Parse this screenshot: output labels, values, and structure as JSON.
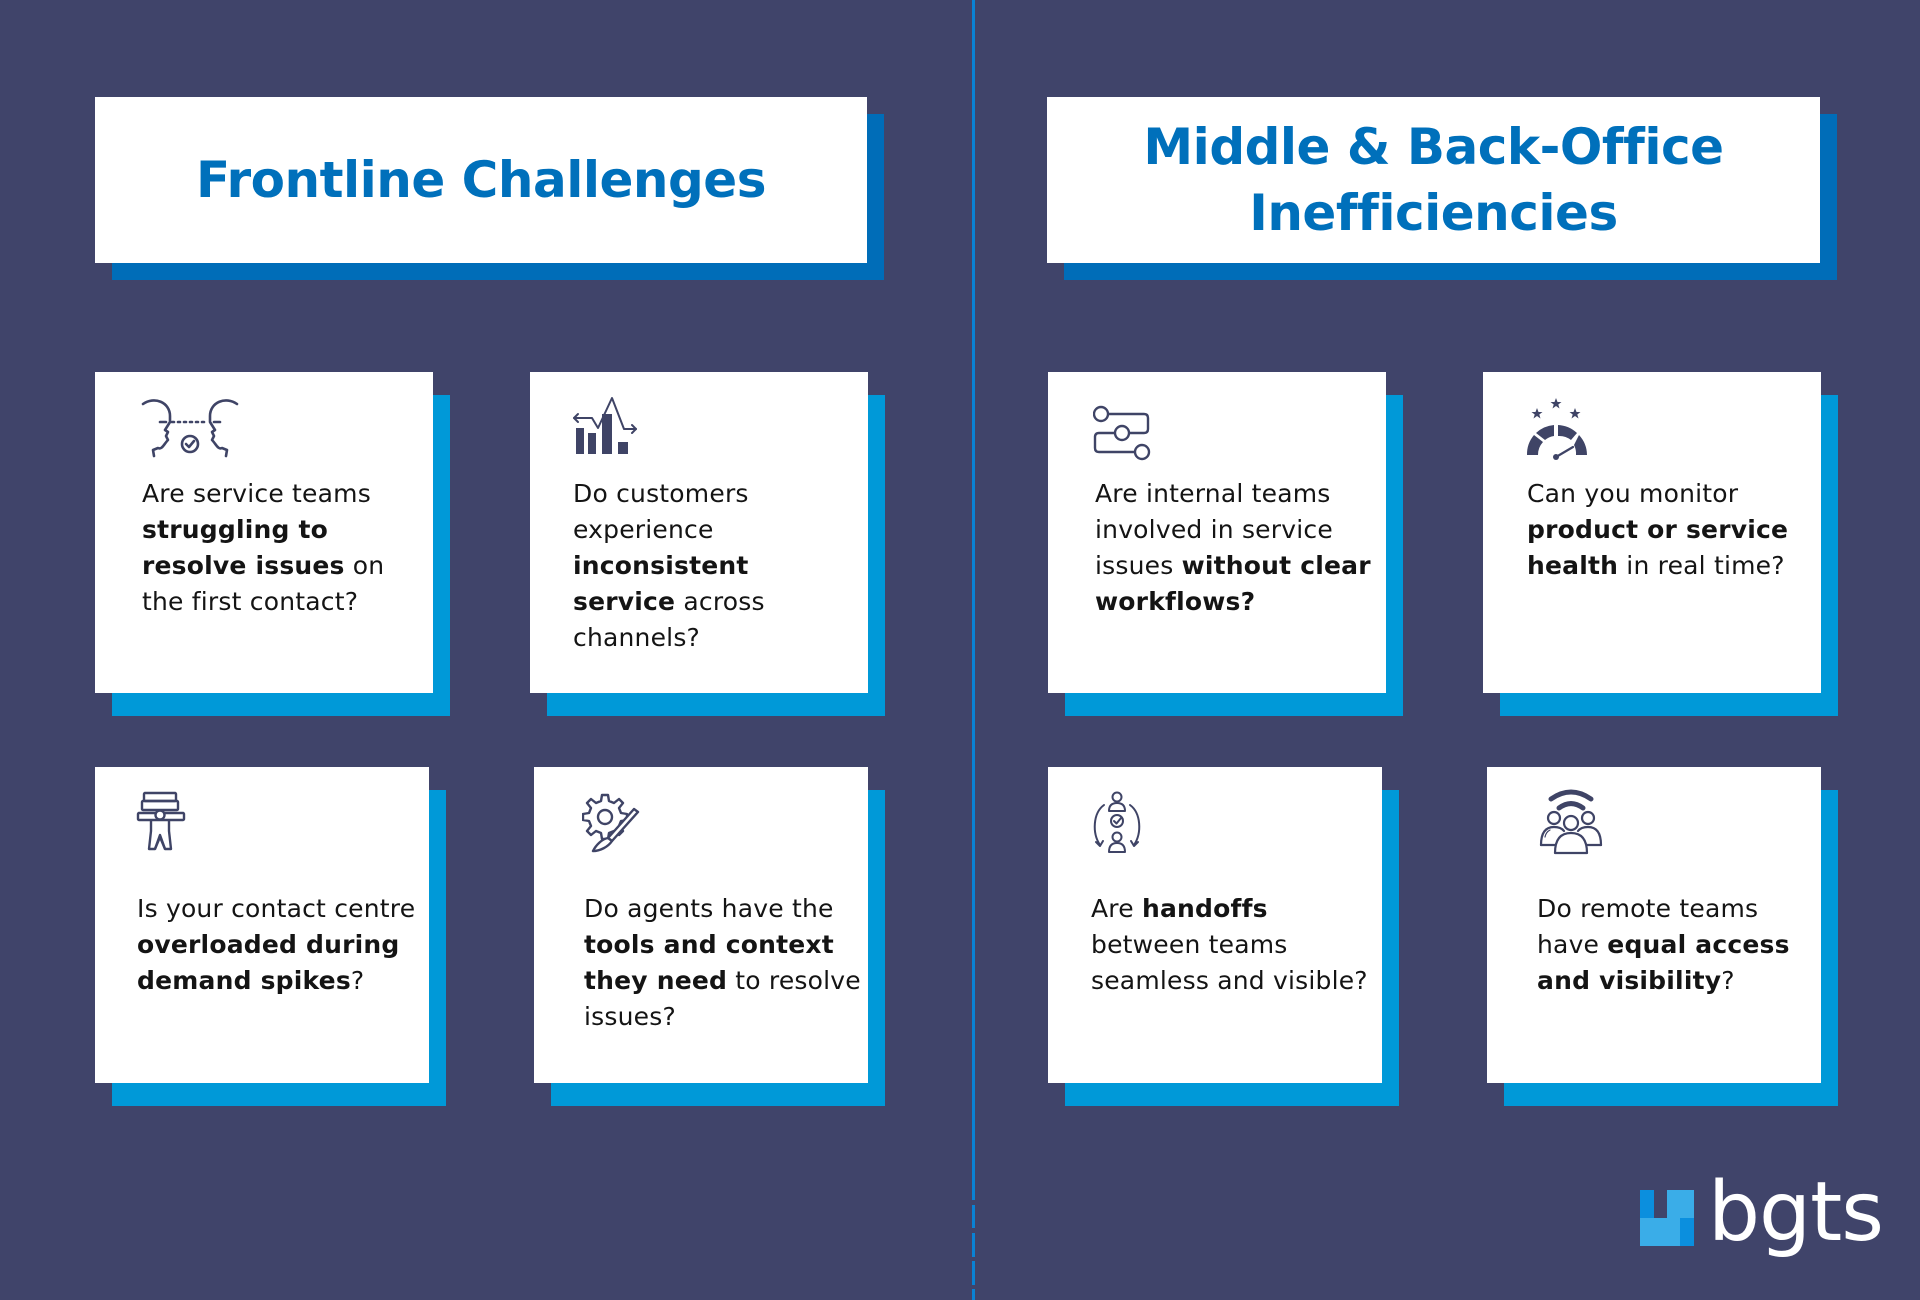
{
  "colors": {
    "background": "#40446a",
    "divider": "#0a82d4",
    "title_text": "#0070bb",
    "title_shadow": "#006db8",
    "card_shadow": "#0099d8",
    "icon": "#3f4466",
    "body_text": "#141414"
  },
  "sections": [
    {
      "title": "Frontline Challenges",
      "cards": [
        {
          "icon": "face-to-face-check-icon",
          "parts": [
            {
              "text": "Are service teams ",
              "bold": false
            },
            {
              "text": "struggling to resolve issues",
              "bold": true
            },
            {
              "text": " on the first contact?",
              "bold": false
            }
          ]
        },
        {
          "icon": "inconsistent-chart-icon",
          "parts": [
            {
              "text": "Do customers experience ",
              "bold": false
            },
            {
              "text": "inconsistent service",
              "bold": true
            },
            {
              "text": " across channels?",
              "bold": false
            }
          ]
        },
        {
          "icon": "overloaded-person-icon",
          "parts": [
            {
              "text": "Is your contact centre ",
              "bold": false
            },
            {
              "text": "overloaded during demand spikes",
              "bold": true
            },
            {
              "text": "?",
              "bold": false
            }
          ]
        },
        {
          "icon": "gear-brush-icon",
          "parts": [
            {
              "text": "Do agents have the ",
              "bold": false
            },
            {
              "text": "tools and context they need",
              "bold": true
            },
            {
              "text": " to resolve issues?",
              "bold": false
            }
          ]
        }
      ]
    },
    {
      "title_lines": [
        "Middle & Back-Office",
        "Inefficiencies"
      ],
      "cards": [
        {
          "icon": "workflow-nodes-icon",
          "parts": [
            {
              "text": "Are internal teams involved in service issues ",
              "bold": false
            },
            {
              "text": "without clear workflows?",
              "bold": true
            }
          ]
        },
        {
          "icon": "gauge-stars-icon",
          "parts": [
            {
              "text": "Can you monitor ",
              "bold": false
            },
            {
              "text": "product or service health",
              "bold": true
            },
            {
              "text": " in real time?",
              "bold": false
            }
          ]
        },
        {
          "icon": "handoff-cycle-icon",
          "parts": [
            {
              "text": "Are ",
              "bold": false
            },
            {
              "text": "handoffs",
              "bold": true
            },
            {
              "text": " between teams seamless and visible?",
              "bold": false
            }
          ]
        },
        {
          "icon": "remote-team-wifi-icon",
          "parts": [
            {
              "text": "Do remote teams have ",
              "bold": false
            },
            {
              "text": "equal access and visibility",
              "bold": true
            },
            {
              "text": "?",
              "bold": false
            }
          ]
        }
      ]
    }
  ],
  "logo": {
    "text": "bgts",
    "mark_colors": [
      "#0b8fde",
      "#3aade8"
    ]
  }
}
